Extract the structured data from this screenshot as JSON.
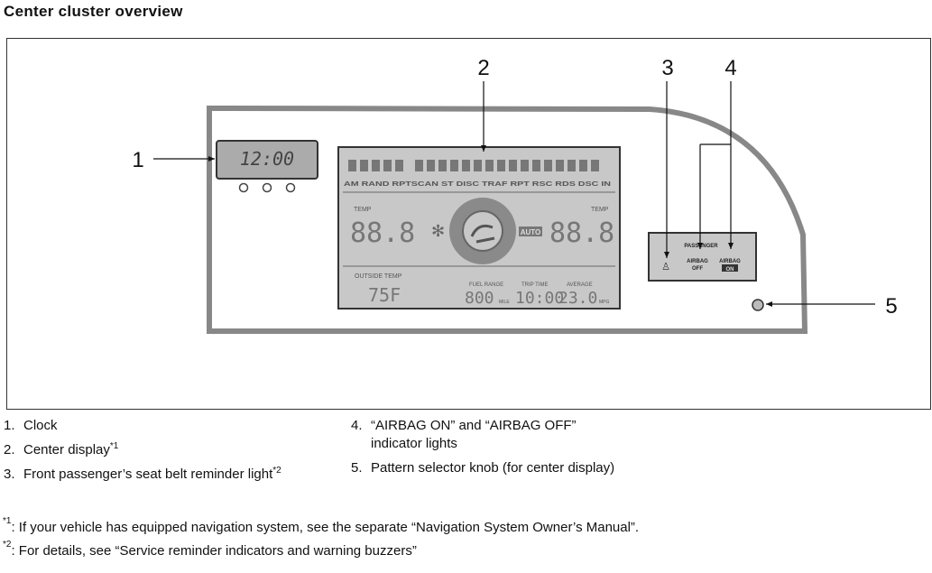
{
  "page_title": "Center cluster overview",
  "callouts": [
    "1",
    "2",
    "3",
    "4",
    "5"
  ],
  "clock_display": "12:00",
  "lcd": {
    "top_row": "AM RAND RPTSCAN ST DISC TRAF RPT  RSC RDS DSC IN",
    "temp_label_left": "TEMP",
    "temp_label_right": "TEMP",
    "temp_left": "88.8",
    "temp_right": "88.8",
    "auto": "AUTO",
    "outside_temp_label": "OUTSIDE TEMP",
    "outside_temp_value": "75F",
    "fuel_range_label": "FUEL RANGE",
    "fuel_range_value": "800",
    "fuel_range_unit": "MILE",
    "trip_time_label": "TRIP TIME",
    "trip_time_value": "10:00",
    "average_label": "AVERAGE",
    "average_value": "23.0",
    "average_unit": "MPG"
  },
  "indicator_panel": {
    "passenger": "PASSENGER",
    "airbag_off": [
      "AIRBAG",
      "OFF"
    ],
    "airbag_on": [
      "AIRBAG",
      "ON"
    ]
  },
  "legend_left": [
    {
      "num": "1.",
      "text": "Clock",
      "note": ""
    },
    {
      "num": "2.",
      "text": "Center display",
      "note": "*1"
    },
    {
      "num": "3.",
      "text": "Front passenger’s seat belt reminder light",
      "note": "*2"
    }
  ],
  "legend_right": [
    {
      "num": "4.",
      "text": "“AIRBAG ON” and “AIRBAG OFF” indicator lights"
    },
    {
      "num": "5.",
      "text": "Pattern selector knob (for center display)"
    }
  ],
  "footnotes": [
    {
      "mark": "*1",
      "text": ": If your vehicle has equipped navigation system, see the separate “Navigation System Owner’s Manual”."
    },
    {
      "mark": "*2",
      "text": ": For details, see “Service reminder indicators and warning buzzers”"
    }
  ]
}
